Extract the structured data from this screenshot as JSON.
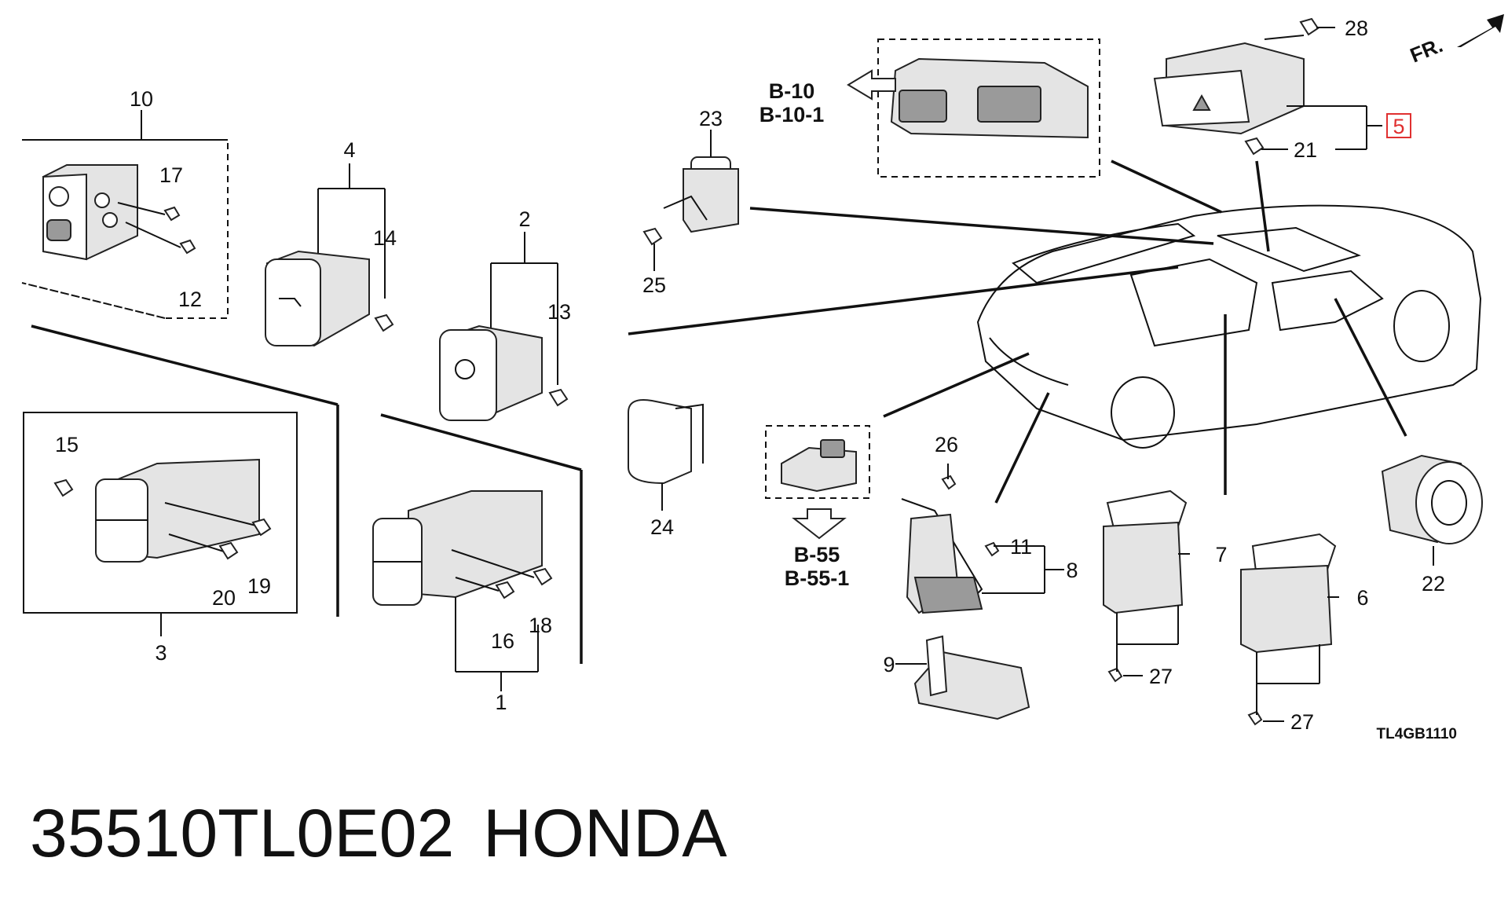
{
  "diagram": {
    "callouts": {
      "n1": "1",
      "n2": "2",
      "n3": "3",
      "n4": "4",
      "n5": "5",
      "n6": "6",
      "n7": "7",
      "n8": "8",
      "n9": "9",
      "n10": "10",
      "n11": "11",
      "n12": "12",
      "n13": "13",
      "n14": "14",
      "n15": "15",
      "n16": "16",
      "n17": "17",
      "n18": "18",
      "n19": "19",
      "n20": "20",
      "n21": "21",
      "n22": "22",
      "n23": "23",
      "n24": "24",
      "n25": "25",
      "n26": "26",
      "n27a": "27",
      "n27b": "27",
      "n28": "28"
    },
    "references": {
      "b10": "B-10",
      "b10_1": "B-10-1",
      "b55": "B-55",
      "b55_1": "B-55-1"
    },
    "front_marker": "FR.",
    "diagram_code": "TL4GB1110",
    "highlight_color": "#e03030"
  },
  "footer": {
    "part_number": "35510TL0E02",
    "brand": "HONDA"
  }
}
